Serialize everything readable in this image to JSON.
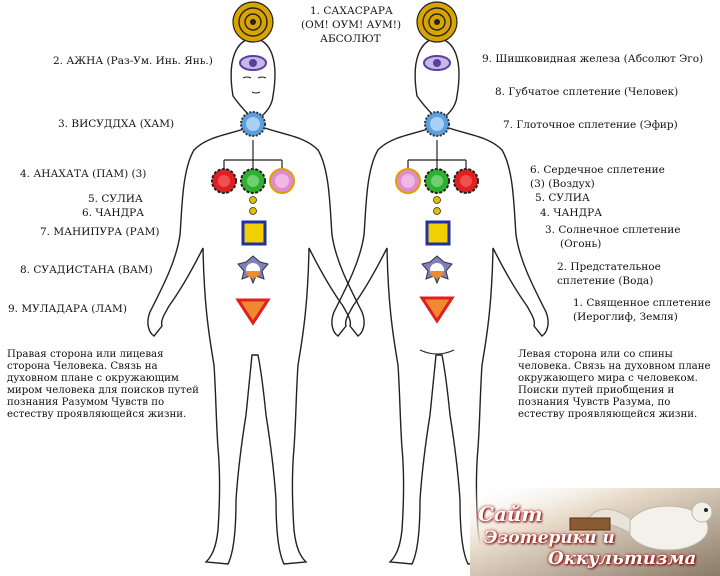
{
  "top_label": {
    "line1": "1. САХАСРАРА",
    "line2": "(ОМ! ОУМ! АУМ!)",
    "line3": "АБСОЛЮТ"
  },
  "left_labels": [
    "2. АЖНА (Раз-Ум. Инь. Янь.)",
    "3. ВИСУДДХА (ХАМ)",
    "4. АНАХАТА (ПАМ) (3)",
    "5. СУЛИА",
    "6. ЧАНДРА",
    "7. МАНИПУРА (РАМ)",
    "8. СУАДИСТАНА (ВАМ)",
    "9. МУЛАДАРА (ЛАМ)"
  ],
  "right_labels": {
    "l9": "9. Шишковидная железа (Абсолют Эго)",
    "l8": "8. Губчатое сплетение (Человек)",
    "l7": "7. Глоточное сплетение (Эфир)",
    "l6a": "6. Сердечное сплетение",
    "l6b": "(3) (Воздух)",
    "l5": "5. СУЛИА",
    "l4": "4. ЧАНДРА",
    "l3a": "3. Солнечное сплетение",
    "l3b": "(Огонь)",
    "l2a": "2. Предстательное",
    "l2b": "сплетение (Вода)",
    "l1a": "1. Священное сплетение",
    "l1b": "(Иероглиф, Земля)"
  },
  "left_paragraph": "Правая сторона или лицевая\nсторона Человека. Связь на\nдуховном плане с окружающим\nмиром человека для поисков путей\nпознания Разумом Чувств по\nестеству проявляющейся жизни.",
  "right_paragraph": "Левая сторона или со спины\nчеловека. Связь на духовном плане\nокружающего мира с человеком.\nПоиски путей приобщения и\nпознания Чувств Разума, по\nестеству проявляющейся жизни.",
  "logo": {
    "line1": "Сайт",
    "line2": "Эзотерики и",
    "line3": "Оккультизма"
  },
  "colors": {
    "crown": "#d9a400",
    "indigo": "#5a3fa0",
    "blue": "#5a9fe0",
    "red": "#e02020",
    "green": "#30b030",
    "pink": "#e08ad0",
    "yellow": "#f0d000",
    "orange": "#f08a30",
    "brand_red": "#b00000"
  }
}
